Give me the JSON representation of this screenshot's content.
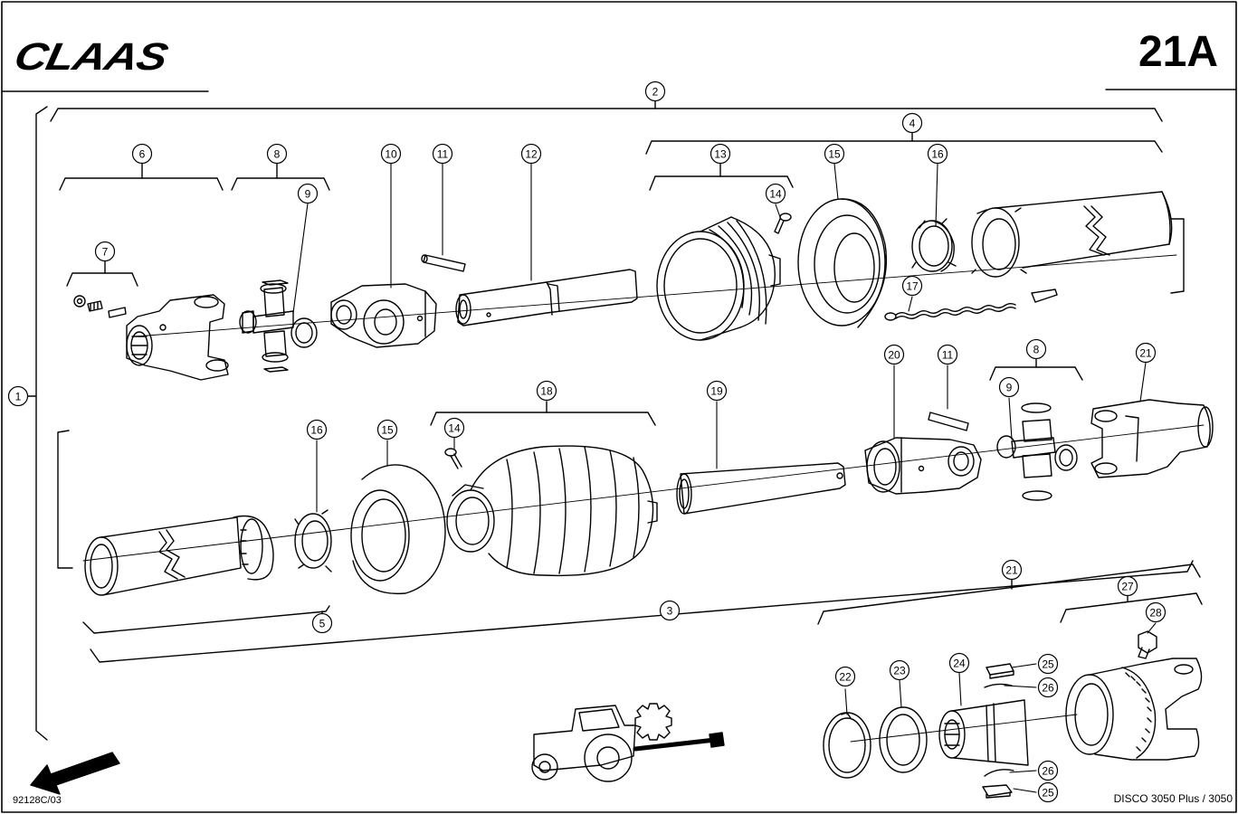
{
  "header": {
    "brand": "CLAAS",
    "page_code": "21A"
  },
  "footer": {
    "left_code": "92128C/03",
    "right_model": "DISCO 3050 Plus / 3050"
  },
  "callouts": [
    {
      "id": "c1",
      "label": "1"
    },
    {
      "id": "c2",
      "label": "2"
    },
    {
      "id": "c3",
      "label": "3"
    },
    {
      "id": "c4",
      "label": "4"
    },
    {
      "id": "c5",
      "label": "5"
    },
    {
      "id": "c6",
      "label": "6"
    },
    {
      "id": "c7",
      "label": "7"
    },
    {
      "id": "c8a",
      "label": "8"
    },
    {
      "id": "c8b",
      "label": "8"
    },
    {
      "id": "c9a",
      "label": "9"
    },
    {
      "id": "c9b",
      "label": "9"
    },
    {
      "id": "c10",
      "label": "10"
    },
    {
      "id": "c11a",
      "label": "11"
    },
    {
      "id": "c11b",
      "label": "11"
    },
    {
      "id": "c12",
      "label": "12"
    },
    {
      "id": "c13",
      "label": "13"
    },
    {
      "id": "c14a",
      "label": "14"
    },
    {
      "id": "c14b",
      "label": "14"
    },
    {
      "id": "c15a",
      "label": "15"
    },
    {
      "id": "c15b",
      "label": "15"
    },
    {
      "id": "c16a",
      "label": "16"
    },
    {
      "id": "c16b",
      "label": "16"
    },
    {
      "id": "c17",
      "label": "17"
    },
    {
      "id": "c18",
      "label": "18"
    },
    {
      "id": "c19",
      "label": "19"
    },
    {
      "id": "c20",
      "label": "20"
    },
    {
      "id": "c21a",
      "label": "21"
    },
    {
      "id": "c21b",
      "label": "21"
    },
    {
      "id": "c22",
      "label": "22"
    },
    {
      "id": "c23",
      "label": "23"
    },
    {
      "id": "c24",
      "label": "24"
    },
    {
      "id": "c25a",
      "label": "25"
    },
    {
      "id": "c25b",
      "label": "25"
    },
    {
      "id": "c26a",
      "label": "26"
    },
    {
      "id": "c26b",
      "label": "26"
    },
    {
      "id": "c27",
      "label": "27"
    },
    {
      "id": "c28",
      "label": "28"
    }
  ],
  "colors": {
    "ink": "#000000",
    "paper": "#ffffff"
  }
}
